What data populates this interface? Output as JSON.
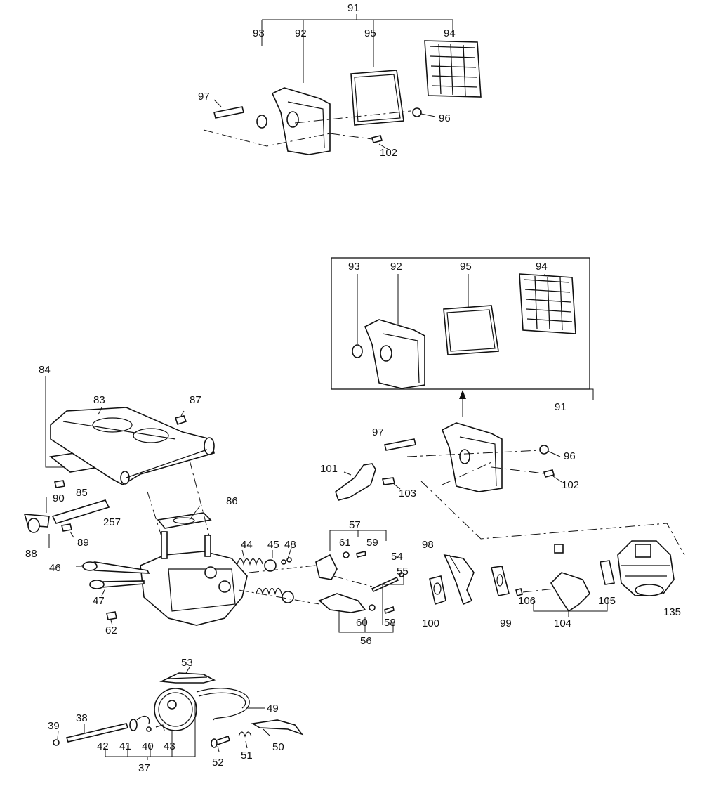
{
  "labels": {
    "top": {
      "l91": "91",
      "l93": "93",
      "l92": "92",
      "l95": "95",
      "l94": "94",
      "l97": "97",
      "l96": "96",
      "l102": "102"
    },
    "box": {
      "l93": "93",
      "l92": "92",
      "l95": "95",
      "l94": "94",
      "l91": "91"
    },
    "right": {
      "l97": "97",
      "l96": "96",
      "l101": "101",
      "l103": "103",
      "l102": "102",
      "l98": "98",
      "l100": "100",
      "l99": "99",
      "l106": "106",
      "l104": "104",
      "l105": "105",
      "l135": "135"
    },
    "engine": {
      "l84": "84",
      "l83": "83",
      "l87": "87",
      "l85": "85",
      "l90": "90",
      "l257": "257",
      "l88": "88",
      "l89": "89",
      "l86": "86",
      "l44": "44",
      "l45": "45",
      "l48": "48",
      "l57": "57",
      "l61": "61",
      "l59": "59",
      "l54": "54",
      "l55": "55",
      "l46": "46",
      "l47": "47",
      "l62": "62",
      "l60": "60",
      "l58": "58",
      "l56": "56"
    },
    "bottom": {
      "l53": "53",
      "l49": "49",
      "l39": "39",
      "l38": "38",
      "l42": "42",
      "l41": "41",
      "l40": "40",
      "l43": "43",
      "l37": "37",
      "l52": "52",
      "l51": "51",
      "l50": "50"
    }
  }
}
